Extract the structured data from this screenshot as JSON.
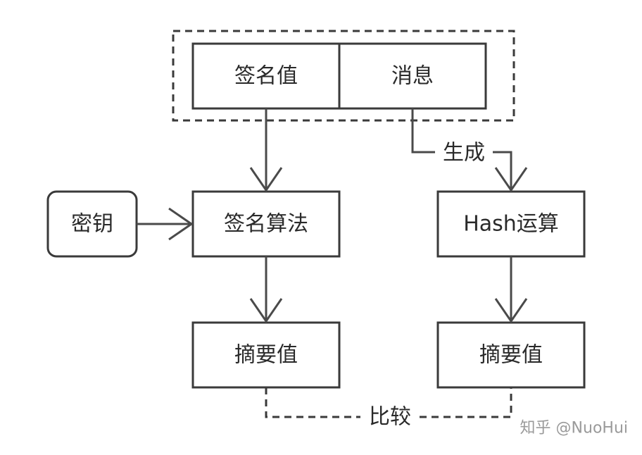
{
  "diagram": {
    "nodes": {
      "signature_value": "签名值",
      "message": "消息",
      "key": "密钥",
      "signature_algorithm": "签名算法",
      "hash_operation": "Hash运算",
      "digest_left": "摘要值",
      "digest_right": "摘要值"
    },
    "edges": {
      "generate": "生成",
      "compare": "比较"
    },
    "watermark": "知乎 @NuoHui"
  }
}
